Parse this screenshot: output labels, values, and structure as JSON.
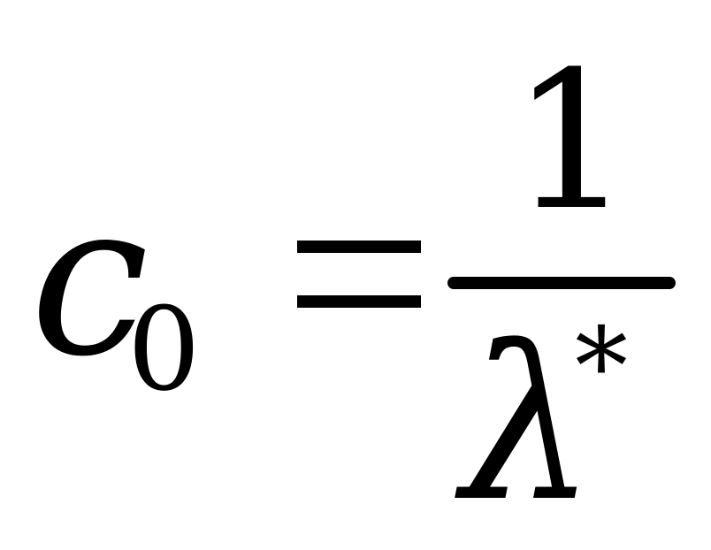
{
  "equation": {
    "lhs_symbol": "c",
    "lhs_subscript": "0",
    "numerator": "1",
    "denominator_symbol": "λ",
    "denominator_superscript": "*"
  }
}
